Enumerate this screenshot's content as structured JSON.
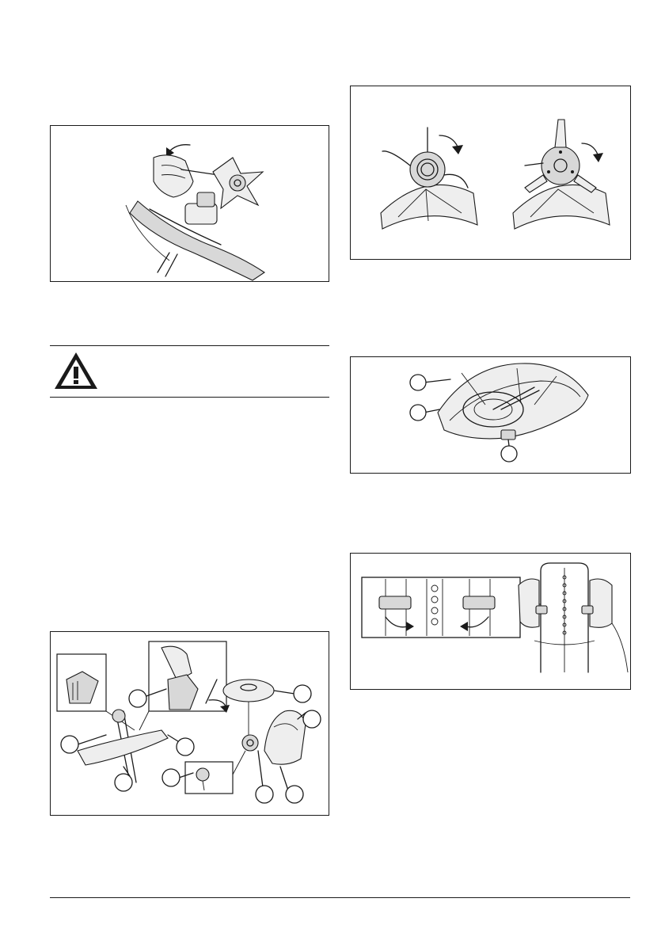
{
  "figures": [
    {
      "id": "fig-blade-removal",
      "callouts": []
    },
    {
      "id": "fig-rotation-direction",
      "callouts": []
    },
    {
      "id": "fig-guard-assembly",
      "callouts": [
        "",
        "",
        "",
        "",
        "",
        "",
        "",
        "",
        ""
      ]
    },
    {
      "id": "fig-combination-guard",
      "callouts": [
        "",
        "",
        ""
      ]
    },
    {
      "id": "fig-harness-adjustment",
      "callouts": []
    }
  ],
  "warning": {
    "icon": "warning-triangle-icon"
  },
  "footer": {
    "page_number": ""
  },
  "colors": {
    "ink": "#1a1a1a",
    "paper": "#ffffff",
    "shade": "#d8d8d8"
  }
}
